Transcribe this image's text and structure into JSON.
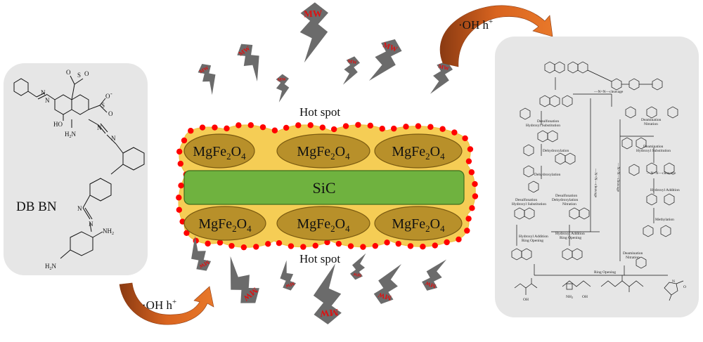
{
  "left_panel": {
    "molecule_label": "DB BN",
    "atoms": {
      "n": "N",
      "o": "O",
      "s": "S",
      "o_minus": "O",
      "minus": "-",
      "ho": "HO",
      "h2n_nh": "H",
      "nh2": "NH",
      "two": "2",
      "h2n": "H",
      "n2": "N"
    }
  },
  "center": {
    "ferrite_label_prefix": "MgFe",
    "ferrite_sub1": "2",
    "ferrite_mid": "O",
    "ferrite_sub2": "4",
    "core_label": "SiC",
    "hot_spot_top": "Hot spot",
    "hot_spot_bottom": "Hot spot",
    "mw_label": "MW"
  },
  "radicals": {
    "top": {
      "text": "·OH h",
      "sup": "+"
    },
    "bottom": {
      "text": "·OH h",
      "sup": "+"
    }
  },
  "right_panel": {
    "labels": {
      "nn_cleavage": "—N=N—cleavage",
      "desulfonation_hydroxyl": "Desulfonation",
      "hydroxyl_substitution": "Hydroxyl Substitution",
      "dehydroxylation": "Dehydroxylation",
      "dehydroxylation2": "Dehydroxylation",
      "deamination": "Deamination",
      "nitration": "Nitration",
      "deamination_hydroxyl": "Deamination",
      "hydroxyl_substitution2": "Hydroxyl Substitution",
      "nn_cleavage2": "—N=N—cleavage",
      "nn_cleavage_vertical": "—N=N—cleavage",
      "nn_cleavage_vertical2": "—N=N—cleavage",
      "desulfonation": "Desulfonation",
      "dehydroxylation_nitration": "Dehydroxylation",
      "nitration2": "Nitration",
      "desulfonation2": "Desulfonation",
      "hydroxyl_substitution3": "Hydroxyl Substitution",
      "hydroxyl_addition": "Hydroxyl Addition",
      "ring_opening": "Ring Opening",
      "hydroxyl_addition2": "Hydroxyl Addition",
      "ring_opening2": "Ring Opening",
      "methylation": "Methylation",
      "desulfonation3": "Desulfonation",
      "deamination2": "Deamination",
      "nitration3": "Nitration",
      "ring_opening3": "Ring Opening",
      "oh": "OH",
      "nh2": "NH",
      "two": "2",
      "o": "O",
      "n": "N"
    }
  },
  "colors": {
    "panel_bg": "#e6e6e6",
    "ferrite_fill": "#b8902a",
    "ferrite_stroke": "#7a5a10",
    "sic_fill": "#6fb23f",
    "sic_stroke": "#3d6e1e",
    "halo": "#f5cd55",
    "dot": "#ff0000",
    "bolt": "#6b6b6b",
    "mw_text": "#dd1111",
    "arrow": "#c85a1e"
  }
}
